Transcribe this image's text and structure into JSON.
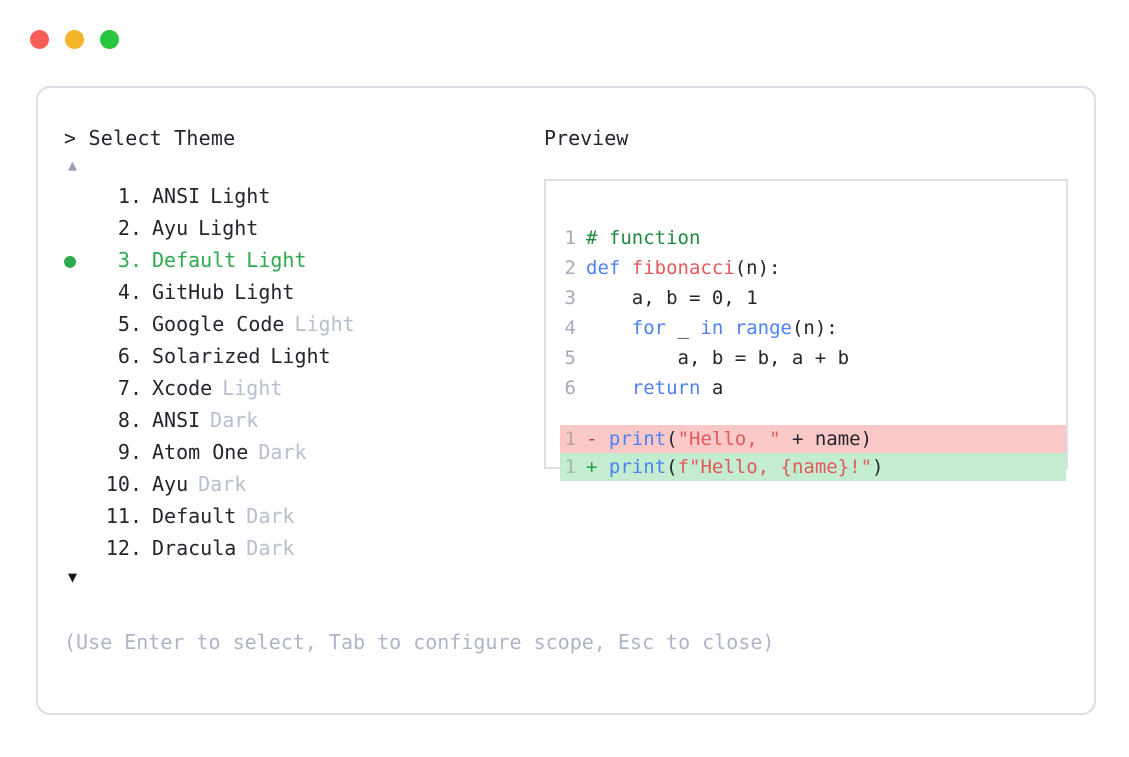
{
  "window": {
    "dots": [
      {
        "name": "close",
        "color": "#f75c57"
      },
      {
        "name": "minimize",
        "color": "#f4b528"
      },
      {
        "name": "maximize",
        "color": "#29c440"
      }
    ]
  },
  "left": {
    "prompt": "> Select Theme",
    "scroll_up": "▲",
    "scroll_down": "▼",
    "bullet": "●",
    "items": [
      {
        "bullet": "",
        "num": "1.",
        "name": "ANSI",
        "suffix": "Light",
        "suffix_dim": false,
        "selected": false
      },
      {
        "bullet": "",
        "num": "2.",
        "name": "Ayu",
        "suffix": "Light",
        "suffix_dim": false,
        "selected": false
      },
      {
        "bullet": "●",
        "num": "3.",
        "name": "Default",
        "suffix": "Light",
        "suffix_dim": false,
        "selected": true
      },
      {
        "bullet": "",
        "num": "4.",
        "name": "GitHub",
        "suffix": "Light",
        "suffix_dim": false,
        "selected": false
      },
      {
        "bullet": "",
        "num": "5.",
        "name": "Google Code",
        "suffix": "Light",
        "suffix_dim": true,
        "selected": false
      },
      {
        "bullet": "",
        "num": "6.",
        "name": "Solarized",
        "suffix": "Light",
        "suffix_dim": false,
        "selected": false
      },
      {
        "bullet": "",
        "num": "7.",
        "name": "Xcode",
        "suffix": "Light",
        "suffix_dim": true,
        "selected": false
      },
      {
        "bullet": "",
        "num": "8.",
        "name": "ANSI",
        "suffix": "Dark",
        "suffix_dim": true,
        "selected": false
      },
      {
        "bullet": "",
        "num": "9.",
        "name": "Atom One",
        "suffix": "Dark",
        "suffix_dim": true,
        "selected": false
      },
      {
        "bullet": "",
        "num": "10.",
        "name": "Ayu",
        "suffix": "Dark",
        "suffix_dim": true,
        "selected": false
      },
      {
        "bullet": "",
        "num": "11.",
        "name": "Default",
        "suffix": "Dark",
        "suffix_dim": true,
        "selected": false
      },
      {
        "bullet": "",
        "num": "12.",
        "name": "Dracula",
        "suffix": "Dark",
        "suffix_dim": true,
        "selected": false
      }
    ],
    "hint": "(Use Enter to select, Tab to configure scope, Esc to close)"
  },
  "right": {
    "preview_label": "Preview",
    "code_lines": [
      {
        "gutter": "1",
        "tokens": [
          {
            "t": "# function",
            "c": "tok-comment"
          }
        ]
      },
      {
        "gutter": "2",
        "tokens": [
          {
            "t": "def ",
            "c": "tok-kw"
          },
          {
            "t": "fibonacci",
            "c": "tok-fn"
          },
          {
            "t": "(n):",
            "c": "tok-plain"
          }
        ]
      },
      {
        "gutter": "3",
        "tokens": [
          {
            "t": "    a, b = ",
            "c": "tok-plain"
          },
          {
            "t": "0",
            "c": "tok-num"
          },
          {
            "t": ", ",
            "c": "tok-plain"
          },
          {
            "t": "1",
            "c": "tok-num"
          }
        ]
      },
      {
        "gutter": "4",
        "tokens": [
          {
            "t": "    ",
            "c": "tok-plain"
          },
          {
            "t": "for",
            "c": "tok-kw"
          },
          {
            "t": " _ ",
            "c": "tok-plain"
          },
          {
            "t": "in",
            "c": "tok-kw"
          },
          {
            "t": " ",
            "c": "tok-plain"
          },
          {
            "t": "range",
            "c": "tok-kw"
          },
          {
            "t": "(n):",
            "c": "tok-plain"
          }
        ]
      },
      {
        "gutter": "5",
        "tokens": [
          {
            "t": "        a, b = b, a + b",
            "c": "tok-plain"
          }
        ]
      },
      {
        "gutter": "6",
        "tokens": [
          {
            "t": "    ",
            "c": "tok-plain"
          },
          {
            "t": "return",
            "c": "tok-kw"
          },
          {
            "t": " a",
            "c": "tok-plain"
          }
        ]
      }
    ],
    "diff_lines": [
      {
        "kind": "del",
        "gutter": "1",
        "sign": "-",
        "tokens": [
          {
            "t": " ",
            "c": "tok-plain"
          },
          {
            "t": "print",
            "c": "tok-kw"
          },
          {
            "t": "(",
            "c": "tok-plain"
          },
          {
            "t": "\"Hello, \"",
            "c": "tok-str"
          },
          {
            "t": " + name)",
            "c": "tok-plain"
          }
        ]
      },
      {
        "kind": "add",
        "gutter": "1",
        "sign": "+",
        "tokens": [
          {
            "t": " ",
            "c": "tok-plain"
          },
          {
            "t": "print",
            "c": "tok-kw"
          },
          {
            "t": "(",
            "c": "tok-plain"
          },
          {
            "t": "f\"Hello, {name}!\"",
            "c": "tok-str"
          },
          {
            "t": ")",
            "c": "tok-plain"
          }
        ]
      }
    ]
  },
  "colors": {
    "accent_green": "#2eaa4e",
    "dim_text": "#b7bece",
    "border": "#dcdee6",
    "diff_del_bg": "#fbc8c8",
    "diff_add_bg": "#c4ecd0"
  }
}
